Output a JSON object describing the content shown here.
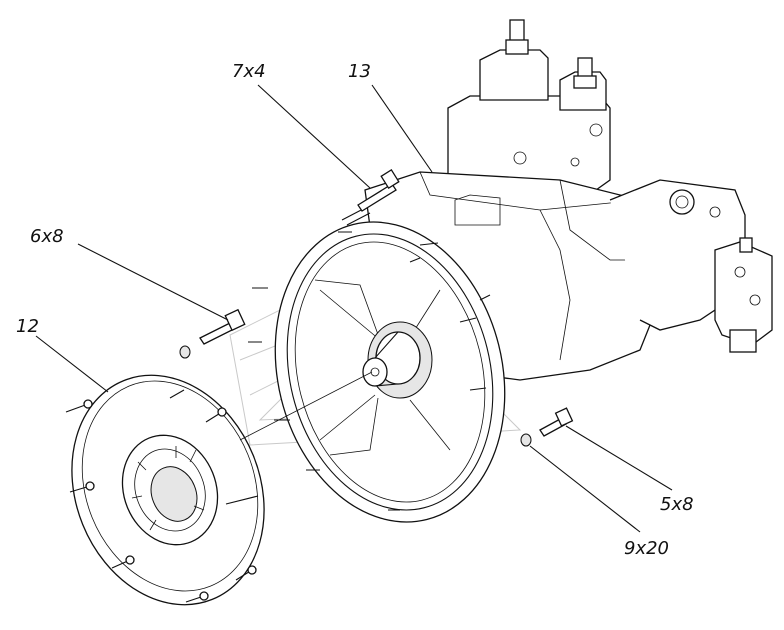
{
  "labels": {
    "part_7x4": "7x4",
    "part_13": "13",
    "part_6x8": "6x8",
    "part_12": "12",
    "part_5x8": "5x8",
    "part_9x20": "9x20"
  },
  "colors": {
    "line": "#111111",
    "background": "#ffffff",
    "watermark": "#c9c9c9"
  }
}
